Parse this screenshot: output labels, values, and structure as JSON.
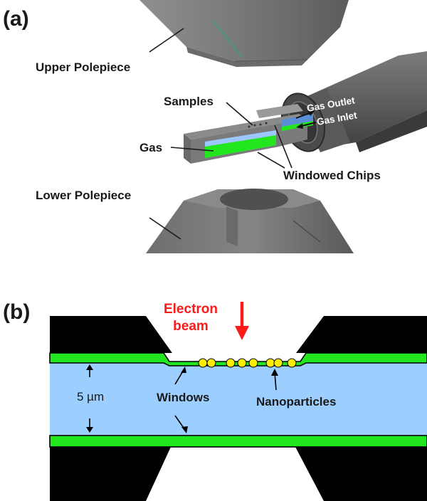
{
  "panel_a": {
    "tag": "(a)",
    "labels": {
      "upper_polepiece": "Upper Polepiece",
      "samples": "Samples",
      "gas": "Gas",
      "gas_outlet": "Gas Outlet",
      "gas_inlet": "Gas Inlet",
      "windowed_chips": "Windowed Chips",
      "lower_polepiece": "Lower Polepiece"
    }
  },
  "panel_b": {
    "tag": "(b)",
    "labels": {
      "electron": "Electron",
      "beam": "beam",
      "dimension": "5 µm",
      "windows": "Windows",
      "nanoparticles": "Nanoparticles"
    }
  },
  "colors": {
    "green": "#22e61e",
    "gas_blue": "#9ccfff",
    "black": "#000000",
    "beam_red": "#ff1a1a",
    "particle_yellow": "#ffee00"
  }
}
